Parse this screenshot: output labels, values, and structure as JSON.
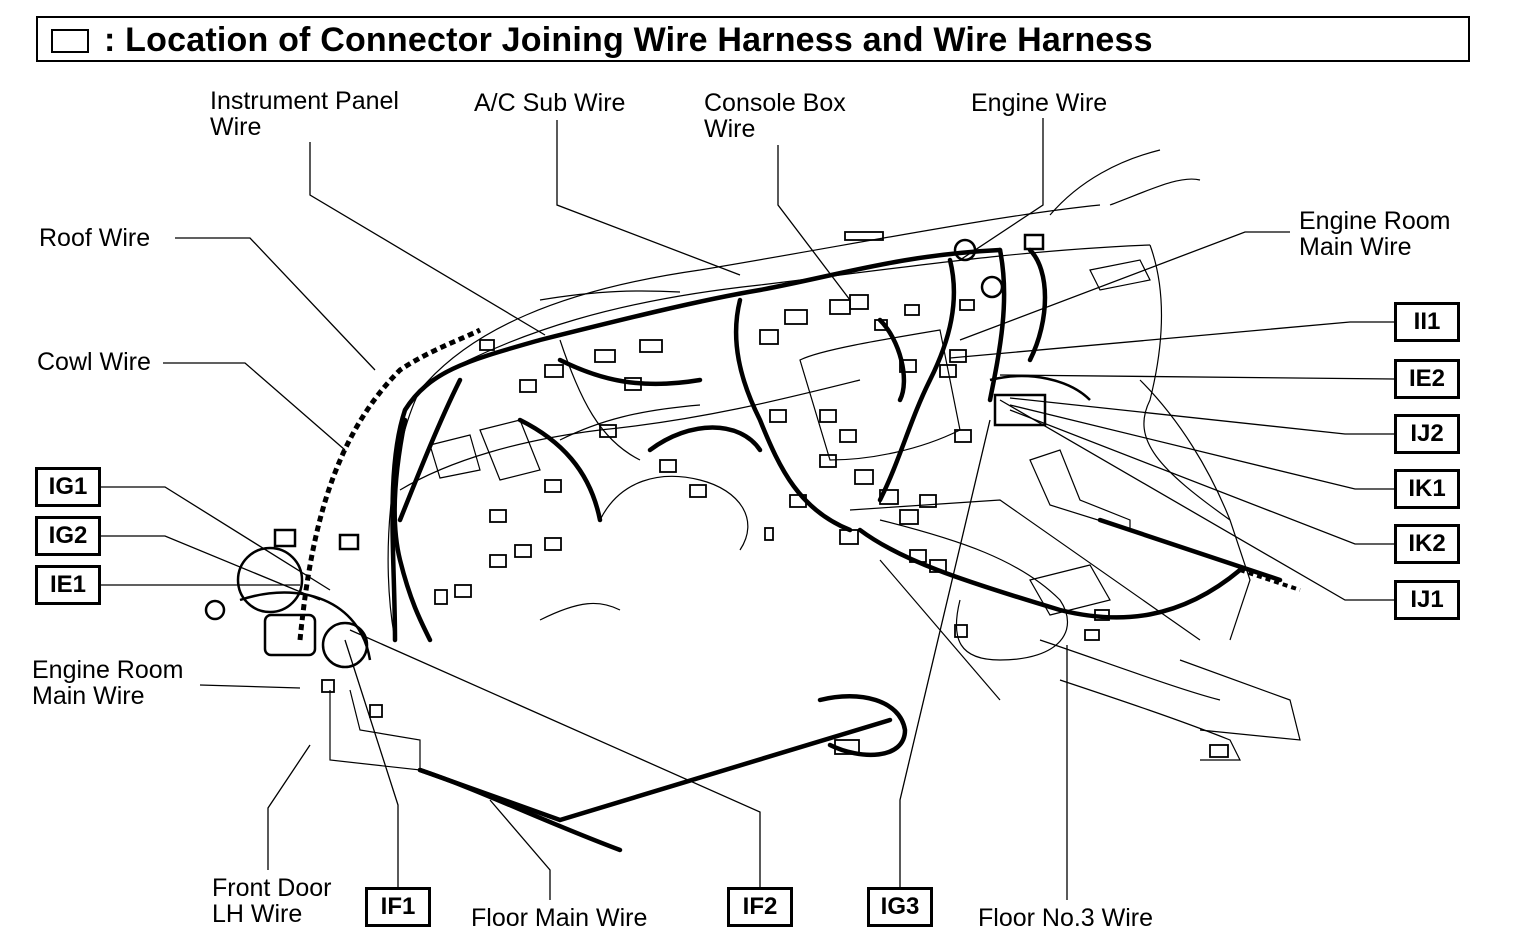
{
  "title": {
    "symbol": "connector-box-symbol",
    "text": ": Location of Connector Joining Wire Harness and Wire Harness"
  },
  "wire_labels": {
    "instrument_panel": "Instrument Panel\nWire",
    "ac_sub": "A/C Sub Wire",
    "console_box": "Console Box\nWire",
    "engine": "Engine Wire",
    "engine_room_main_right": "Engine Room\nMain Wire",
    "roof": "Roof Wire",
    "cowl": "Cowl Wire",
    "engine_room_main_left": "Engine Room\nMain Wire",
    "front_door_lh": "Front Door\nLH Wire",
    "floor_main": "Floor Main Wire",
    "floor_no3": "Floor No.3 Wire"
  },
  "connector_codes": {
    "ig1": "IG1",
    "ig2": "IG2",
    "ie1": "IE1",
    "ii1": "II1",
    "ie2": "IE2",
    "ij2": "IJ2",
    "ik1": "IK1",
    "ik2": "IK2",
    "ij1": "IJ1",
    "if1": "IF1",
    "if2": "IF2",
    "ig3": "IG3"
  }
}
